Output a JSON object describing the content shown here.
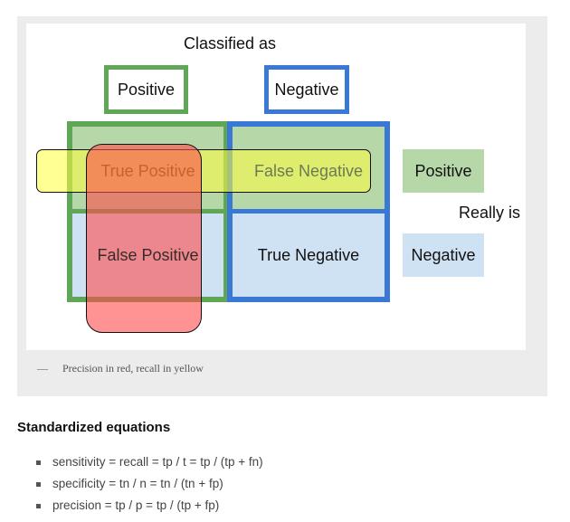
{
  "diagram": {
    "header": "Classified as",
    "classified_positive": "Positive",
    "classified_negative": "Negative",
    "really_is": "Really is",
    "really_positive": "Positive",
    "really_negative": "Negative",
    "cells": {
      "true_positive": "True Positive",
      "false_negative": "False Negative",
      "false_positive": "False Positive",
      "true_negative": "True Negative"
    },
    "colors": {
      "green": "#5fa657",
      "blue": "#3a78d6",
      "light_green": "#b6d7a8",
      "light_blue": "#cfe2f3",
      "precision_red": "#ff4b4b",
      "recall_yellow": "#ffff3c"
    }
  },
  "caption": {
    "dash": "—",
    "text": "Precision in red, recall in yellow"
  },
  "equations": {
    "title": "Standardized equations",
    "items": [
      "sensitivity = recall = tp / t = tp / (tp + fn)",
      "specificity = tn / n = tn / (tn + fp)",
      "precision = tp / p = tp / (tp + fp)"
    ]
  }
}
